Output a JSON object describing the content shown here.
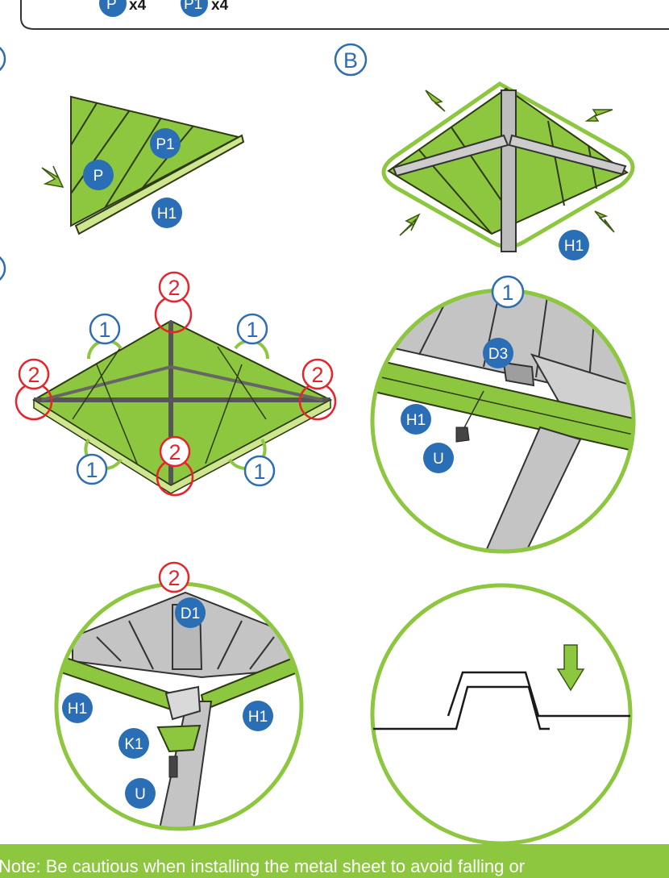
{
  "top_box": {
    "parts": [
      {
        "badge": "P",
        "qty": "x4"
      },
      {
        "badge": "P1",
        "qty": "x4"
      }
    ]
  },
  "step_labels": {
    "b": "B"
  },
  "panel_a": {
    "p": "P",
    "p1": "P1",
    "h1": "H1"
  },
  "panel_b": {
    "h1": "H1"
  },
  "panel_c": {
    "one": "1",
    "two": "2"
  },
  "detail_1": {
    "callout": "1",
    "d3": "D3",
    "h1": "H1",
    "u": "U"
  },
  "detail_2": {
    "callout": "2",
    "d1": "D1",
    "h1_left": "H1",
    "h1_right": "H1",
    "k1": "K1",
    "u": "U"
  },
  "note": {
    "text": "Note: Be cautious when installing the metal sheet to avoid falling or"
  },
  "colors": {
    "green": "#8dc63f",
    "blue_badge": "#2a6eb5",
    "outline_blue": "#2f6db3",
    "outline_red": "#e5242b",
    "gray": "#bdbdbd"
  }
}
